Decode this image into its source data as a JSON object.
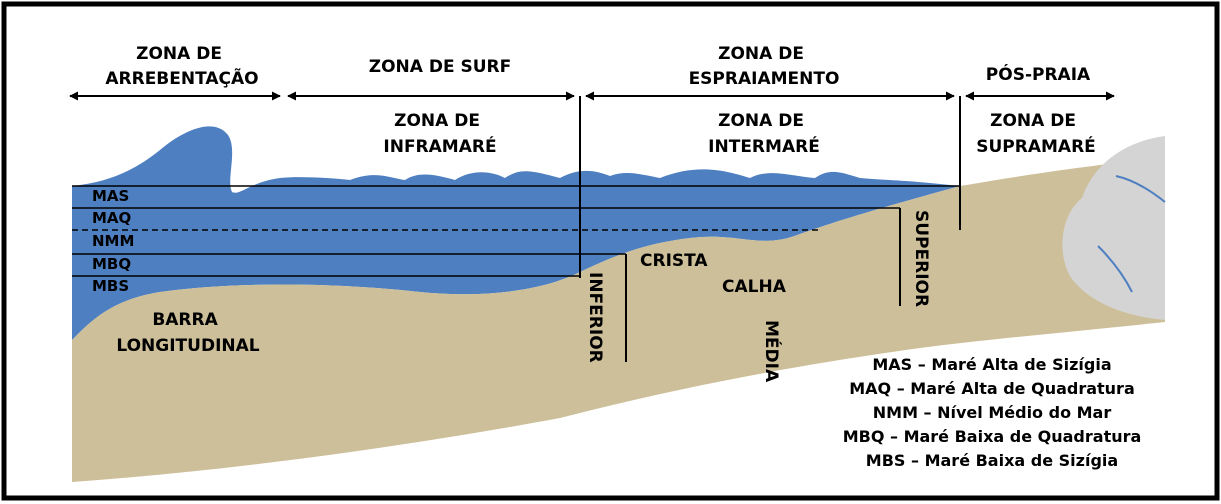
{
  "colors": {
    "border": "#000000",
    "water": "#4e7fc1",
    "sand": "#cdbf99",
    "rock": "#d4d4d4",
    "line": "#000000"
  },
  "zones_top": {
    "arrebentacao": [
      "ZONA DE",
      "ARREBENTAÇÃO"
    ],
    "surf": [
      "ZONA DE SURF"
    ],
    "espraiamento": [
      "ZONA DE",
      "ESPRAIAMENTO"
    ],
    "pos_praia": [
      "PÓS-PRAIA"
    ]
  },
  "zones_tide": {
    "inframare": [
      "ZONA DE",
      "INFRAMARÉ"
    ],
    "intermare": [
      "ZONA DE",
      "INTERMARÉ"
    ],
    "supramare": [
      "ZONA DE",
      "SUPRAMARÉ"
    ]
  },
  "levels": {
    "mas": "MAS",
    "maq": "MAQ",
    "nmm": "NMM",
    "mbq": "MBQ",
    "mbs": "MBS"
  },
  "features": {
    "barra": [
      "BARRA",
      "LONGITUDINAL"
    ],
    "crista": "CRISTA",
    "calha": "CALHA",
    "inferior": "INFERIOR",
    "media": "MÉDIA",
    "superior": "SUPERIOR"
  },
  "legend": [
    "MAS – Maré Alta de Sizígia",
    "MAQ – Maré Alta de Quadratura",
    "NMM – Nível Médio do Mar",
    "MBQ – Maré Baixa de Quadratura",
    "MBS – Maré Baixa de Sizígia"
  ]
}
